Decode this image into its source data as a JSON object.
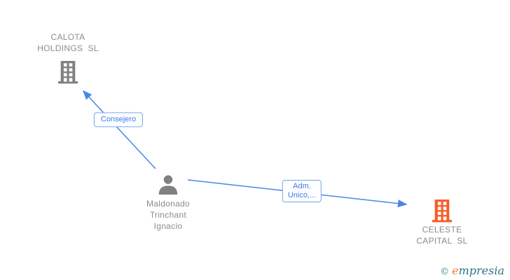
{
  "diagram": {
    "nodes": [
      {
        "id": "calota-holdings",
        "type": "company",
        "icon": "building-icon",
        "icon_color": "#808080",
        "label_lines": [
          "CALOTA",
          "HOLDINGS  SL"
        ]
      },
      {
        "id": "maldonado-trinchant-ignacio",
        "type": "person",
        "icon": "person-icon",
        "icon_color": "#808080",
        "label_lines": [
          "Maldonado",
          "Trinchant",
          "Ignacio"
        ]
      },
      {
        "id": "celeste-capital",
        "type": "company",
        "icon": "building-icon",
        "icon_color": "#f95d28",
        "label_lines": [
          "CELESTE",
          "CAPITAL  SL"
        ]
      }
    ],
    "edges": [
      {
        "from": "maldonado-trinchant-ignacio",
        "to": "calota-holdings",
        "label": "Consejero",
        "color": "#4a86e8"
      },
      {
        "from": "maldonado-trinchant-ignacio",
        "to": "celeste-capital",
        "label_lines": [
          "Adm.",
          "Unico,..."
        ],
        "color": "#4a86e8"
      }
    ],
    "colors": {
      "edge_blue": "#4a86e8",
      "label_border_blue": "#74a4ee",
      "label_text_blue": "#3d7ae5",
      "node_gray": "#808080",
      "text_gray": "#8c8c8c",
      "company_orange": "#f95d28"
    }
  },
  "watermark": {
    "copyright_symbol": "©",
    "brand_initial": "e",
    "brand_rest": "mpresia"
  }
}
